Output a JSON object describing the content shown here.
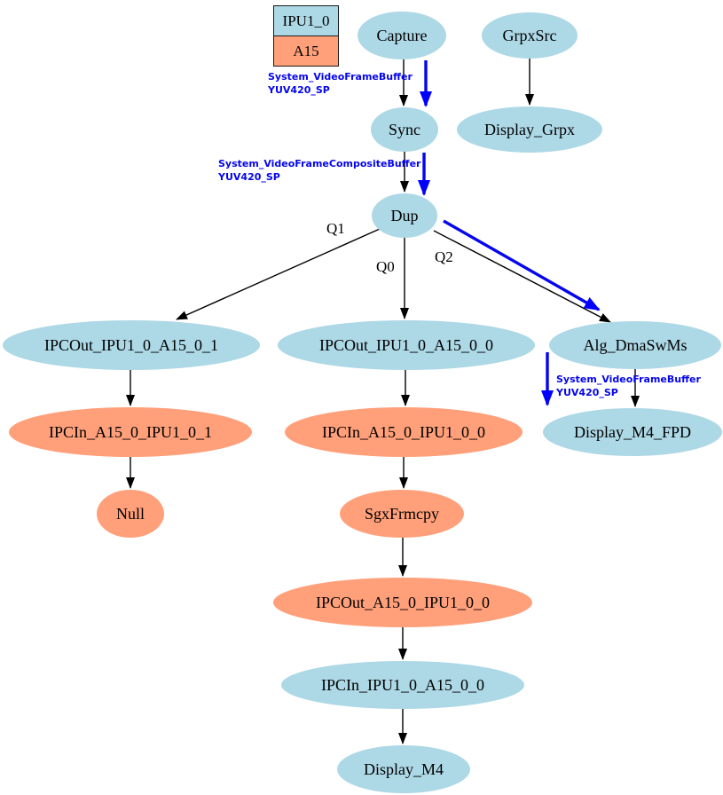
{
  "legend": {
    "rows": [
      {
        "label": "IPU1_0"
      },
      {
        "label": "A15"
      }
    ]
  },
  "colors": {
    "ipu_node_fill": "#add8e6",
    "a15_node_fill": "#ffa07a",
    "blue_annotation": "#0505ee",
    "edge": "#000000"
  },
  "nodes": {
    "capture": {
      "label": "Capture"
    },
    "grpxsrc": {
      "label": "GrpxSrc"
    },
    "sync": {
      "label": "Sync"
    },
    "display_grpx": {
      "label": "Display_Grpx"
    },
    "dup": {
      "label": "Dup"
    },
    "ipcout_ipu1_0_a15_0_1": {
      "label": "IPCOut_IPU1_0_A15_0_1"
    },
    "ipcout_ipu1_0_a15_0_0": {
      "label": "IPCOut_IPU1_0_A15_0_0"
    },
    "alg_dmaswms": {
      "label": "Alg_DmaSwMs"
    },
    "ipcin_a15_0_ipu1_0_1": {
      "label": "IPCIn_A15_0_IPU1_0_1"
    },
    "ipcin_a15_0_ipu1_0_0": {
      "label": "IPCIn_A15_0_IPU1_0_0"
    },
    "display_m4_fpd": {
      "label": "Display_M4_FPD"
    },
    "null_node": {
      "label": "Null"
    },
    "sgxfrmcpy": {
      "label": "SgxFrmcpy"
    },
    "ipcout_a15_0_ipu1_0_0": {
      "label": "IPCOut_A15_0_IPU1_0_0"
    },
    "ipcin_ipu1_0_a15_0_0": {
      "label": "IPCIn_IPU1_0_A15_0_0"
    },
    "display_m4": {
      "label": "Display_M4"
    }
  },
  "edge_labels": {
    "q1": "Q1",
    "q0": "Q0",
    "q2": "Q2"
  },
  "annotations": {
    "buffer_top": {
      "line1": "System_VideoFrameBuffer",
      "line2": "YUV420_SP"
    },
    "composite": {
      "line1": "System_VideoFrameCompositeBuffer",
      "line2": "YUV420_SP"
    },
    "buffer_right": {
      "line1": "System_VideoFrameBuffer",
      "line2": "YUV420_SP"
    }
  }
}
